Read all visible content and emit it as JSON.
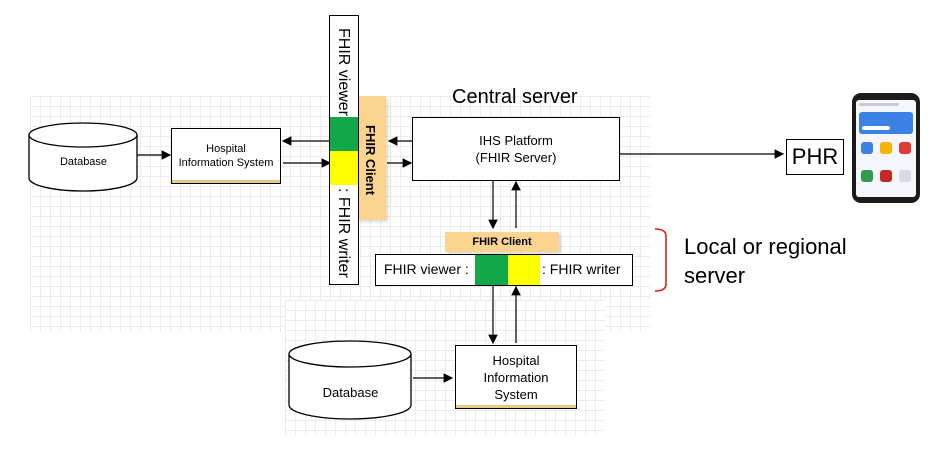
{
  "diagram": {
    "central_server_label": "Central server",
    "local_server_label": "Local or regional server",
    "local_server_line1": "Local or regional",
    "local_server_line2": "server",
    "top_left": {
      "database_label": "Database",
      "his_label": "Hospital Information System",
      "fhir_viewer_label": "FHIR viewer :",
      "fhir_writer_label": ": FHIR writer",
      "fhir_client_label": "FHIR Client"
    },
    "central": {
      "ihs_line1": "IHS Platform",
      "ihs_line2": "(FHIR Server)"
    },
    "phr_label": "PHR",
    "regional": {
      "fhir_client_label": "FHIR Client",
      "fhir_viewer_label": "FHIR viewer :",
      "fhir_writer_label": ": FHIR writer",
      "database_label": "Database",
      "his_label": "Hospital Information System"
    },
    "colors": {
      "viewer": "#12a84a",
      "writer": "#ffff00",
      "fhir_client": "#fbd58f",
      "bracket": "#e02020"
    }
  }
}
